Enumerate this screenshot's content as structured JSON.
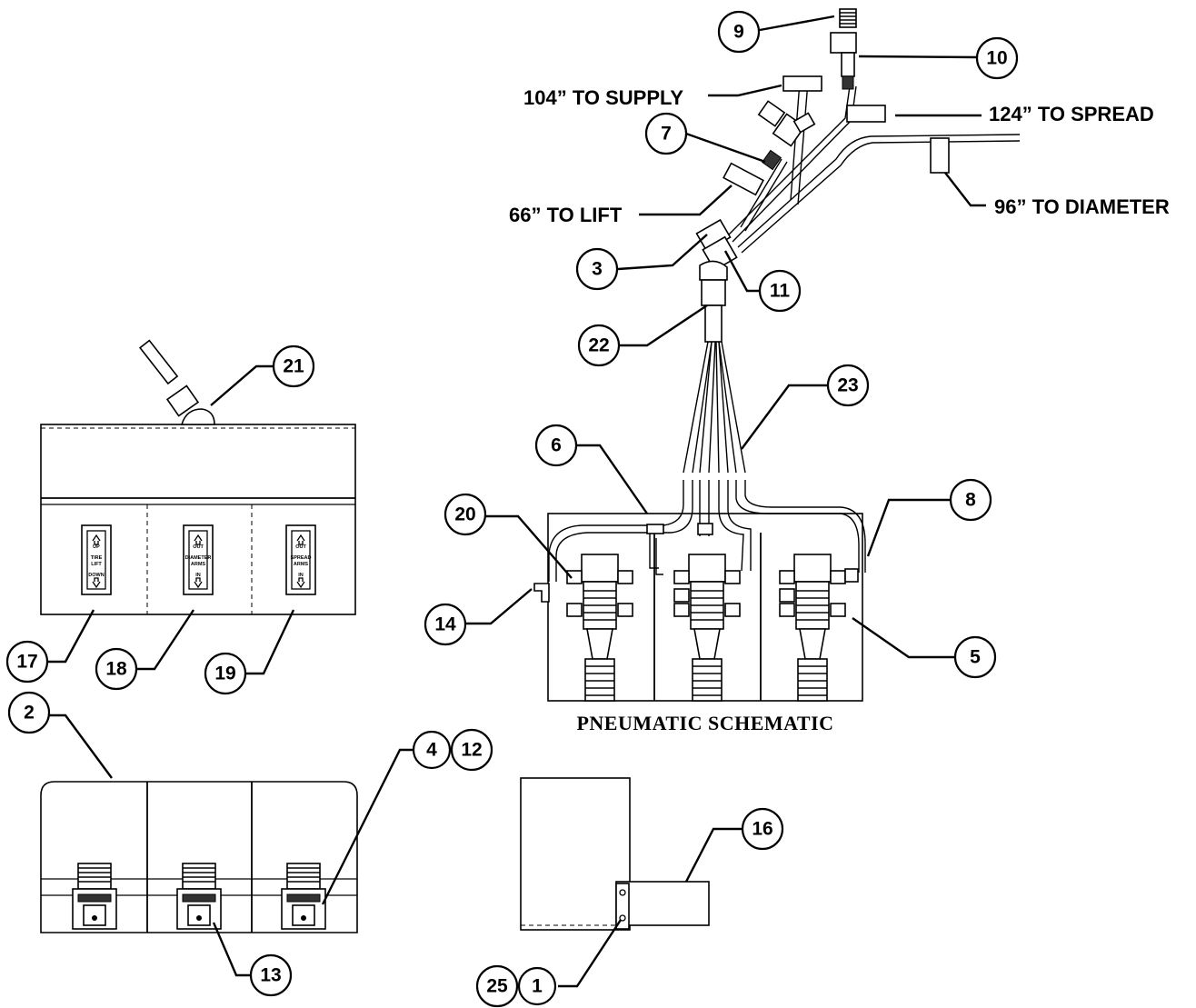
{
  "callouts": {
    "c1": "1",
    "c2": "2",
    "c3": "3",
    "c4": "4",
    "c5": "5",
    "c6": "6",
    "c7": "7",
    "c8": "8",
    "c9": "9",
    "c10": "10",
    "c11": "11",
    "c12": "12",
    "c13": "13",
    "c14": "14",
    "c16": "16",
    "c17": "17",
    "c18": "18",
    "c19": "19",
    "c20": "20",
    "c21": "21",
    "c22": "22",
    "c23": "23",
    "c25": "25"
  },
  "hose_labels": {
    "supply": "104” TO SUPPLY",
    "spread": "124” TO SPREAD",
    "lift": "66” TO LIFT",
    "diameter": "96” TO DIAMETER"
  },
  "schematic_title": "PNEUMATIC SCHEMATIC",
  "panel_switches": {
    "lift": {
      "top": "UP",
      "line1": "TIRE",
      "line2": "LIFT",
      "bottom": "DOWN"
    },
    "diameter": {
      "top": "OUT",
      "line1": "DIAMETER",
      "line2": "ARMS",
      "bottom": "IN"
    },
    "spread": {
      "top": "OUT",
      "line1": "SPREAD",
      "line2": "ARMS",
      "bottom": "IN"
    }
  }
}
